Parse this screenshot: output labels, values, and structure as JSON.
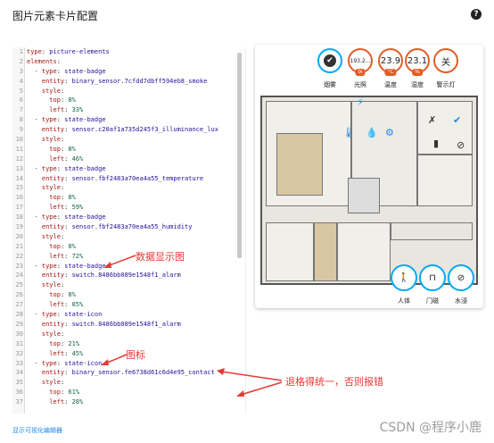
{
  "dialog": {
    "title": "图片元素卡片配置",
    "help_icon": "help-circle-icon"
  },
  "editor": {
    "lines": [
      {
        "n": "1",
        "text": "type: picture-elements"
      },
      {
        "n": "2",
        "text": "elements:"
      },
      {
        "n": "3",
        "text": "  - type: state-badge"
      },
      {
        "n": "4",
        "text": "    entity: binary_sensor.7cfdd7dbff594eb8_smoke"
      },
      {
        "n": "5",
        "text": "    style:"
      },
      {
        "n": "6",
        "text": "      top: 8%"
      },
      {
        "n": "7",
        "text": "      left: 33%"
      },
      {
        "n": "8",
        "text": "  - type: state-badge"
      },
      {
        "n": "9",
        "text": "    entity: sensor.c20af1a735d245f3_illuminance_lux"
      },
      {
        "n": "10",
        "text": "    style:"
      },
      {
        "n": "11",
        "text": "      top: 8%"
      },
      {
        "n": "12",
        "text": "      left: 46%"
      },
      {
        "n": "13",
        "text": "  - type: state-badge"
      },
      {
        "n": "14",
        "text": "    entity: sensor.fbf2483a70ea4a55_temperature"
      },
      {
        "n": "15",
        "text": "    style:"
      },
      {
        "n": "16",
        "text": "      top: 8%"
      },
      {
        "n": "17",
        "text": "      left: 59%"
      },
      {
        "n": "18",
        "text": "  - type: state-badge"
      },
      {
        "n": "19",
        "text": "    entity: sensor.fbf2483a70ea4a55_humidity"
      },
      {
        "n": "20",
        "text": "    style:"
      },
      {
        "n": "21",
        "text": "      top: 8%"
      },
      {
        "n": "22",
        "text": "      left: 72%"
      },
      {
        "n": "23",
        "text": "  - type: state-badge"
      },
      {
        "n": "24",
        "text": "    entity: switch.8486bb089e1548f1_alarm"
      },
      {
        "n": "25",
        "text": "    style:"
      },
      {
        "n": "26",
        "text": "      top: 8%"
      },
      {
        "n": "27",
        "text": "      left: 85%"
      },
      {
        "n": "28",
        "text": "  - type: state-icon"
      },
      {
        "n": "29",
        "text": "    entity: switch.8486bb089e1548f1_alarm"
      },
      {
        "n": "30",
        "text": "    style:"
      },
      {
        "n": "31",
        "text": "      top: 21%"
      },
      {
        "n": "32",
        "text": "      left: 45%"
      },
      {
        "n": "33",
        "text": "  - type: state-icon"
      },
      {
        "n": "34",
        "text": "    entity: binary_sensor.fe6738d61c6d4e95_contact"
      },
      {
        "n": "35",
        "text": "    style:"
      },
      {
        "n": "36",
        "text": "      top: 61%"
      },
      {
        "n": "37",
        "text": "      left: 28%"
      }
    ]
  },
  "preview": {
    "badges": [
      {
        "value": "",
        "unit": "",
        "label": "烟雾",
        "color": "#03a9f4"
      },
      {
        "value": "193.2...",
        "unit": "lx",
        "label": "光照",
        "color": "#e25c23"
      },
      {
        "value": "23.9",
        "unit": "°C",
        "label": "温度",
        "color": "#e25c23"
      },
      {
        "value": "23.1",
        "unit": "%",
        "label": "湿度",
        "color": "#e25c23"
      },
      {
        "value": "关",
        "unit": "",
        "label": "警示灯",
        "color": "#e25c23"
      }
    ],
    "bottom_badges": [
      {
        "label": "人体",
        "icon": "walk-icon"
      },
      {
        "label": "门磁",
        "icon": "door-icon"
      },
      {
        "label": "水浸",
        "icon": "water-off-icon"
      }
    ]
  },
  "annotations": {
    "data_display": "数据显示图",
    "icon": "图标",
    "indent_note": "退格得统一，否则报错"
  },
  "footer": {
    "visual_editor_link": "显示可视化编辑器",
    "watermark": "CSDN @程序小鹿"
  }
}
